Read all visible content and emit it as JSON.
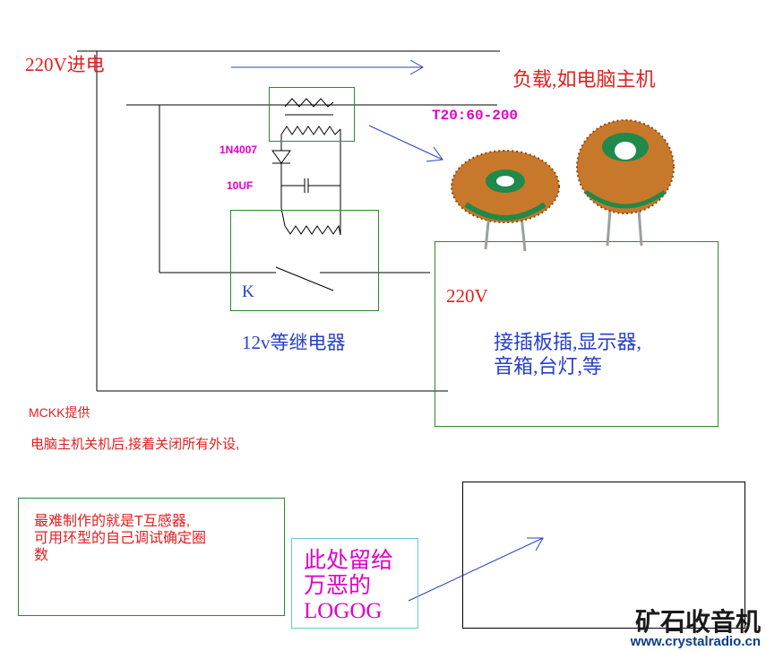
{
  "colors": {
    "red": "#e02020",
    "magenta": "#e000c8",
    "blue": "#2840c8",
    "green": "#2a8a2a",
    "black": "#000000",
    "cyan": "#66cccc",
    "watermark_main": "#1a1a1a",
    "watermark_url": "#0a3c8c"
  },
  "labels": {
    "power_in": "220V进电",
    "load": "负载,如电脑主机",
    "transformer": "T20:60-200",
    "diode": "1N4007",
    "capacitor": "10UF",
    "switch_k": "K",
    "relay": "12v等继电器",
    "output_voltage": "220V",
    "output_devices": "接插板插,显示器,\n音箱,台灯,等",
    "credit": "MCKK提供",
    "description": "电脑主机关机后,接着关闭所有外设,",
    "note": "最难制作的就是T互感器,\n可用环型的自己调试确定圈\n数",
    "logo_placeholder": "此处留给\n万恶的\nLOGOG"
  },
  "icons": {
    "toroid_left": "toroid-coil-icon",
    "toroid_right": "toroid-coil-icon",
    "arrow": "arrow-icon"
  },
  "watermark": {
    "main": "矿石收音机",
    "url": "www.crystalradio.cn"
  }
}
